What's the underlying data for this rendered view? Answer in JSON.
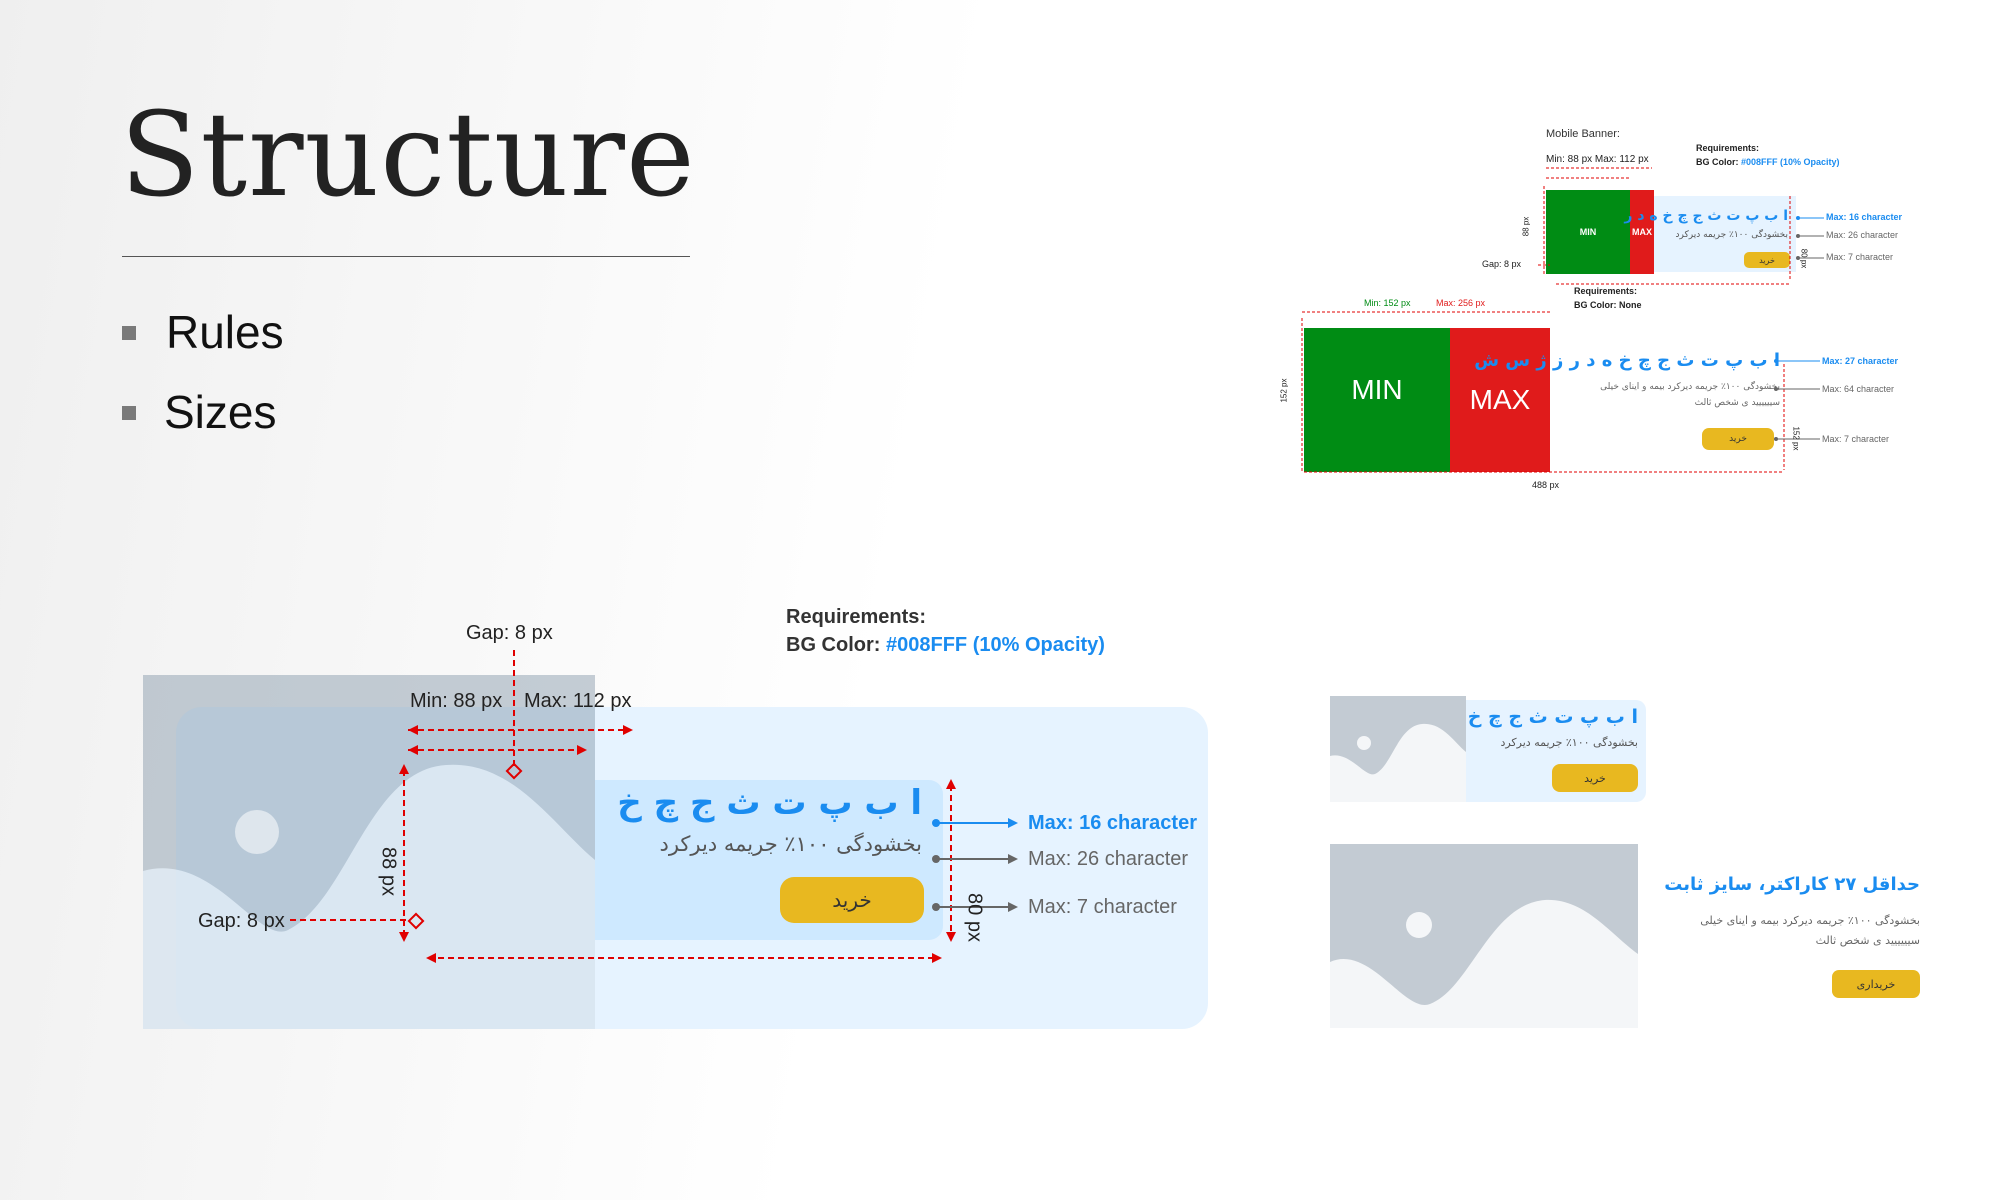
{
  "header": {
    "title": "Structure",
    "bullets": [
      "Rules",
      "Sizes"
    ]
  },
  "colors": {
    "accent_blue": "#008FFF",
    "banner_bg": "#E6F3FF",
    "button_yellow": "#E8B820",
    "dim_red": "#E00000",
    "min_green": "#008C14",
    "max_red": "#E01B1B",
    "placeholder_gray": "#C3CBD3"
  },
  "main_spec": {
    "req_heading": "Requirements:",
    "req_bg_label": "BG Color:",
    "req_bg_value": "#008FFF (10% Opacity)",
    "gap_top": "Gap: 8 px",
    "min_label": "Min: 88 px",
    "max_label": "Max: 112 px",
    "height_label": "88 px",
    "gap_left": "Gap: 8 px",
    "height_right": "80 px",
    "headline": "ا ب پ ت ث ج چ خ",
    "subtext": "بخشودگی ۱۰۰٪ جریمه دیرکرد",
    "button": "خرید",
    "limit_title": "Max: 16 character",
    "limit_sub": "Max: 26 character",
    "limit_button": "Max: 7 character"
  },
  "mobile_spec": {
    "label": "Mobile Banner:",
    "size_range": "Min: 88 px   Max: 112 px",
    "req_heading": "Requirements:",
    "req_bg_label": "BG Color:",
    "req_bg_value": "#008FFF (10% Opacity)",
    "height_label": "88 px",
    "gap_label": "Gap: 8 px",
    "min_box": "MIN",
    "max_box": "MAX",
    "headline": "ا ب پ ت ث ج چ خ ه  د ر",
    "subtext": "بخشودگی ۱۰۰٪ جریمه دیرکرد",
    "button": "خرید",
    "limit_title": "Max: 16 character",
    "limit_sub": "Max: 26 character",
    "limit_button": "Max: 7 character",
    "height_right": "80 px"
  },
  "desktop_spec": {
    "req_heading": "Requirements:",
    "req_bg_label": "BG Color:",
    "req_bg_value": "None",
    "min_label": "Min: 152 px",
    "max_label": "Max: 256 px",
    "height_label": "152 px",
    "min_box": "MIN",
    "max_box": "MAX",
    "headline": "ا ب پ ت ث ج چ خ ه  د ر ز ژ س ش",
    "subtext_1": "بخشودگی ۱۰۰٪ جریمه دیرکرد بیمه و اینای خیلی",
    "subtext_2": "سیییییید ی شخص ثالث",
    "button": "خرید",
    "limit_title": "Max: 27 character",
    "limit_sub": "Max: 64 character",
    "limit_button": "Max: 7 character",
    "width_label": "488 px",
    "height_right": "152 px"
  },
  "example_small": {
    "headline": "ا ب پ ت ث ج چ خ",
    "subtext": "بخشودگی ۱۰۰٪ جریمه دیرکرد",
    "button": "خرید"
  },
  "example_large": {
    "headline": "حداقل ۲۷ کاراکتر، سایز ثابت",
    "subtext_1": "بخشودگی ۱۰۰٪ جریمه دیرکرد بیمه و اینای خیلی",
    "subtext_2": "سیییییید ی شخص ثالث",
    "button": "خریداری"
  }
}
